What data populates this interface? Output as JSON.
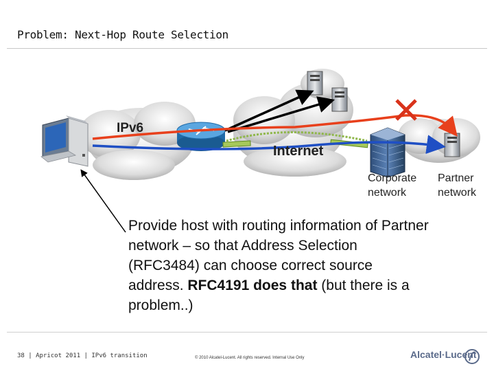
{
  "slide": {
    "title": "Problem: Next-Hop Route Selection",
    "labels": {
      "ipv6": "IPv6",
      "internet": "Internet",
      "corporate_line1": "Corporate",
      "corporate_line2": "network",
      "partner_line1": "Partner",
      "partner_line2": "network"
    },
    "callout": {
      "text1": "Provide host with routing information of Partner network – so that Address Selection (RFC3484) can choose correct source address. ",
      "bold": "RFC4191 does that",
      "text2": " (but there is a problem..)"
    },
    "footer": {
      "left": "38 | Apricot 2011 | IPv6 transition",
      "middle": "© 2010 Alcatel-Lucent. All rights reserved. Internal Use Only",
      "logo": "Alcatel·Lucent"
    }
  },
  "colors": {
    "route_red": "#e8401c",
    "route_blue": "#1f4fc4",
    "blocked_x": "#d9331b"
  },
  "icons": [
    "desktop-computer-icon",
    "router-icon",
    "server-icon",
    "office-building-icon",
    "blocked-x-icon",
    "alcatel-lucent-logo-icon"
  ]
}
